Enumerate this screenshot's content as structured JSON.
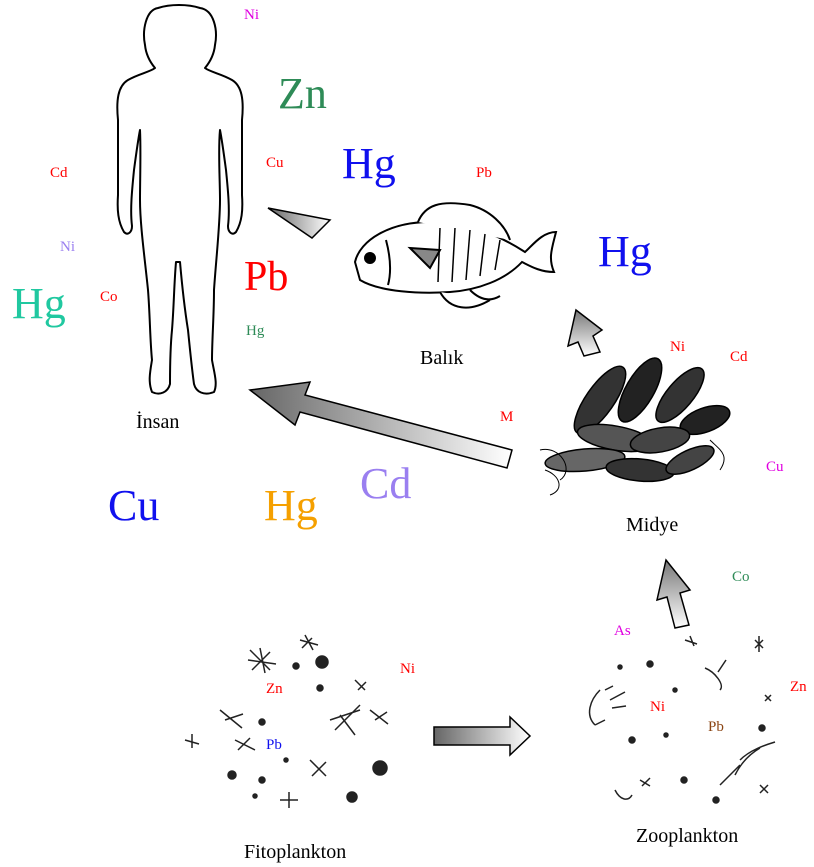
{
  "labels": {
    "insan": "İnsan",
    "balik": "Balık",
    "midye": "Midye",
    "fitoplankton": "Fitoplankton",
    "zooplankton": "Zooplankton"
  },
  "metals": {
    "human_ni": "Ni",
    "human_zn": "Zn",
    "human_cu": "Cu",
    "human_hg_big": "Hg",
    "human_cd": "Cd",
    "human_pb_near_fish": "Pb",
    "human_ni2": "Ni",
    "human_hg_teal": "Hg",
    "human_co": "Co",
    "human_pb_big": "Pb",
    "human_hg_small": "Hg",
    "fish_hg": "Hg",
    "mussel_ni": "Ni",
    "mussel_cd": "Cd",
    "mussel_m": "M",
    "mussel_cu": "Cu",
    "bottom_cu": "Cu",
    "bottom_hg": "Hg",
    "bottom_cd": "Cd",
    "zoo_co": "Co",
    "zoo_as": "As",
    "zoo_zn": "Zn",
    "zoo_ni": "Ni",
    "zoo_pb": "Pb",
    "phyto_ni": "Ni",
    "phyto_zn": "Zn",
    "phyto_pb": "Pb"
  },
  "colors": {
    "magenta": "#e000e0",
    "green": "#2e8b57",
    "red": "#ff0000",
    "blue": "#1010ee",
    "lavender": "#9a7ff0",
    "teal": "#20c8a0",
    "orange": "#f5a000",
    "purple": "#9a7ff0",
    "brown": "#8b4513"
  }
}
